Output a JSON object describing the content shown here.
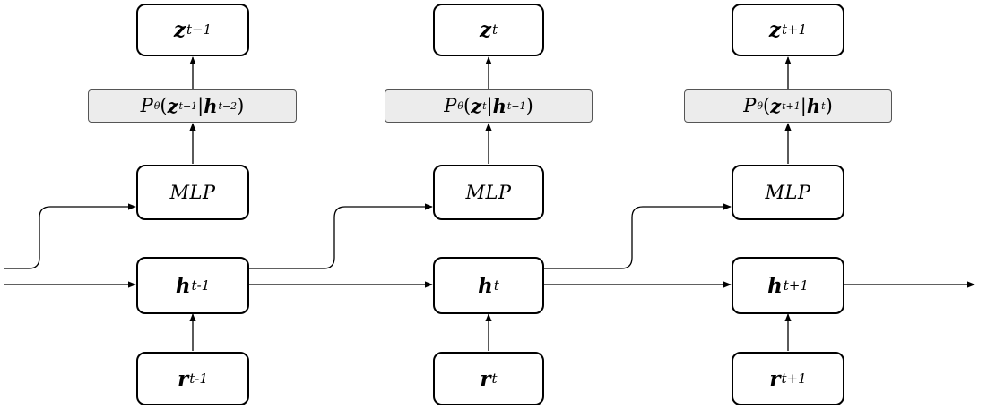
{
  "z_nodes": [
    {
      "sym": "z",
      "sub": "t−1"
    },
    {
      "sym": "z",
      "sub": "t"
    },
    {
      "sym": "z",
      "sub": "t+1"
    }
  ],
  "dist_nodes": [
    {
      "P": "P",
      "theta": "θ",
      "open": "(",
      "zsym": "z",
      "zsub": "t−1",
      "bar": "|",
      "hsym": "h",
      "hsub": "t−2",
      "close": ")"
    },
    {
      "P": "P",
      "theta": "θ",
      "open": "(",
      "zsym": "z",
      "zsub": "t",
      "bar": "|",
      "hsym": "h",
      "hsub": "t−1",
      "close": ")"
    },
    {
      "P": "P",
      "theta": "θ",
      "open": "(",
      "zsym": "z",
      "zsub": "t+1",
      "bar": "|",
      "hsym": "h",
      "hsub": "t",
      "close": ")"
    }
  ],
  "mlp_nodes": [
    {
      "label": "MLP"
    },
    {
      "label": "MLP"
    },
    {
      "label": "MLP"
    }
  ],
  "h_nodes": [
    {
      "sym": "h",
      "sub": "t-1"
    },
    {
      "sym": "h",
      "sub": "t"
    },
    {
      "sym": "h",
      "sub": "t+1"
    }
  ],
  "r_nodes": [
    {
      "sym": "r",
      "sub": "t-1"
    },
    {
      "sym": "r",
      "sub": "t"
    },
    {
      "sym": "r",
      "sub": "t+1"
    }
  ]
}
